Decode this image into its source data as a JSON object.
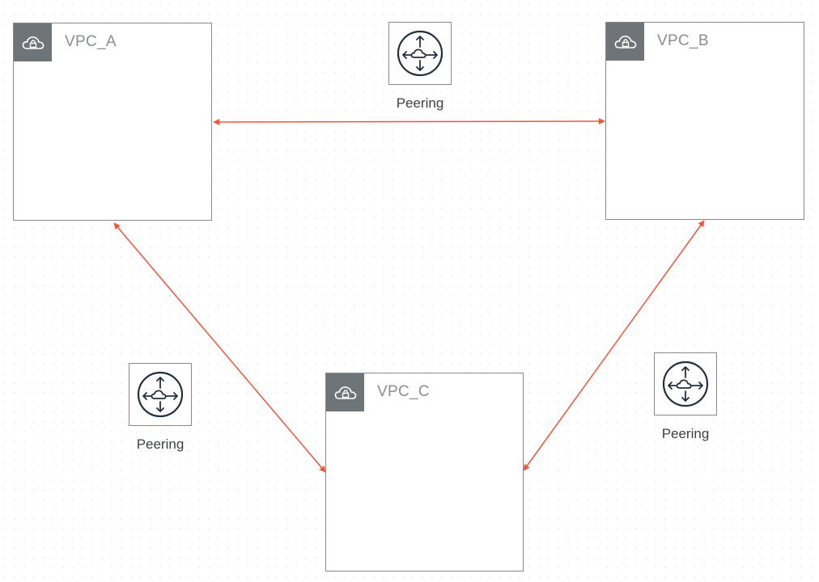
{
  "colors": {
    "link": "#f2553a",
    "container_border": "#8a8a8a",
    "badge_fill": "#6f7479",
    "vpc_label": "#8a8d91",
    "peering_label": "#3c4046",
    "icon_stroke": "#232f3e"
  },
  "vpcs": {
    "a": {
      "label": "VPC_A",
      "icon": "vpc-cloud-lock-icon"
    },
    "b": {
      "label": "VPC_B",
      "icon": "vpc-cloud-lock-icon"
    },
    "c": {
      "label": "VPC_C",
      "icon": "vpc-cloud-lock-icon"
    }
  },
  "peerings": {
    "ab": {
      "label": "Peering",
      "icon": "peering-connection-icon"
    },
    "ac": {
      "label": "Peering",
      "icon": "peering-connection-icon"
    },
    "bc": {
      "label": "Peering",
      "icon": "peering-connection-icon"
    }
  },
  "connections": [
    {
      "from": "VPC_A",
      "to": "VPC_B",
      "arrows": "both"
    },
    {
      "from": "VPC_A",
      "to": "VPC_C",
      "arrows": "both"
    },
    {
      "from": "VPC_B",
      "to": "VPC_C",
      "arrows": "both"
    }
  ]
}
